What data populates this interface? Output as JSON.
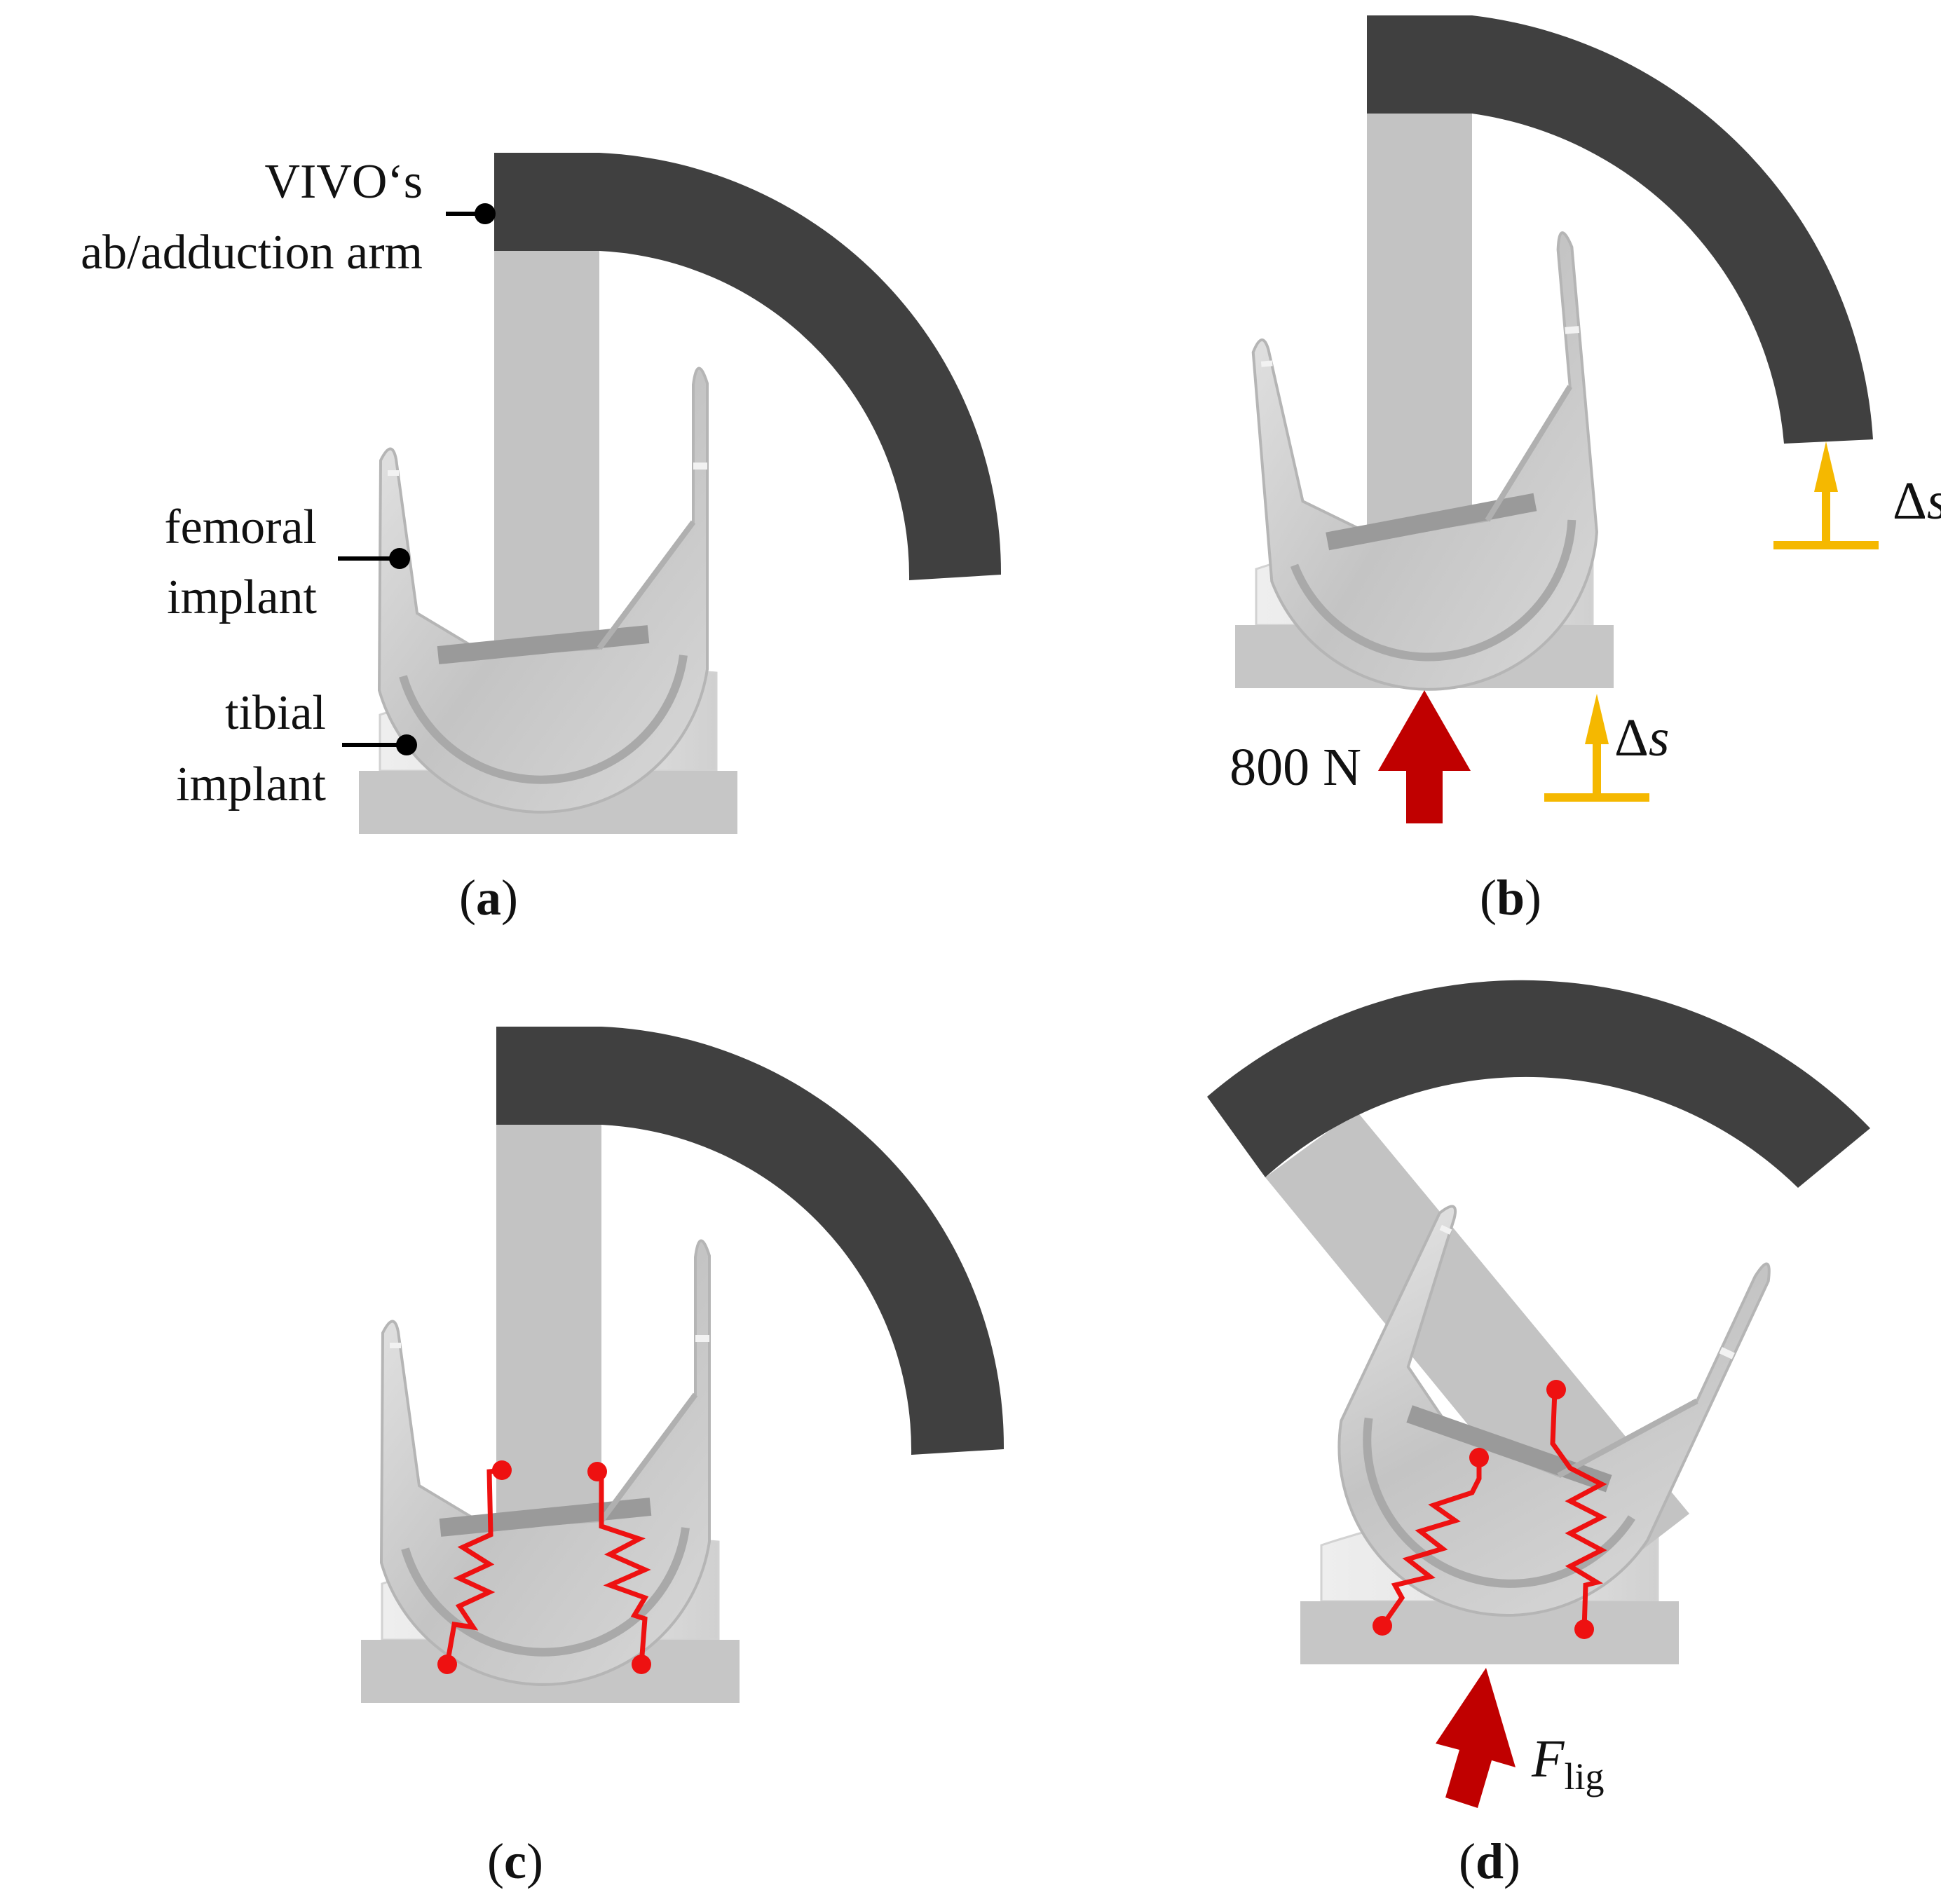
{
  "labels": {
    "arm_line1": "VIVO‘s",
    "arm_line2": "ab/adduction arm",
    "femoral_line1": "femoral",
    "femoral_line2": "implant",
    "tibial_line1": "tibial",
    "tibial_line2": "implant",
    "force_800": "800 N",
    "delta": "Δ",
    "delta_var": "s",
    "f_main": "F",
    "f_sub": "lig"
  },
  "panels": {
    "a": "a",
    "b": "b",
    "c": "c",
    "d": "d"
  },
  "colors": {
    "arm": "#404040",
    "rod": "#c3c3c3",
    "base": "#c6c6c6",
    "tibial": "#e2e2e2",
    "femoral": "#cfcfcf",
    "force_arrow": "#c00000",
    "displacement": "#f5b800",
    "ligament": "#ee1111"
  }
}
